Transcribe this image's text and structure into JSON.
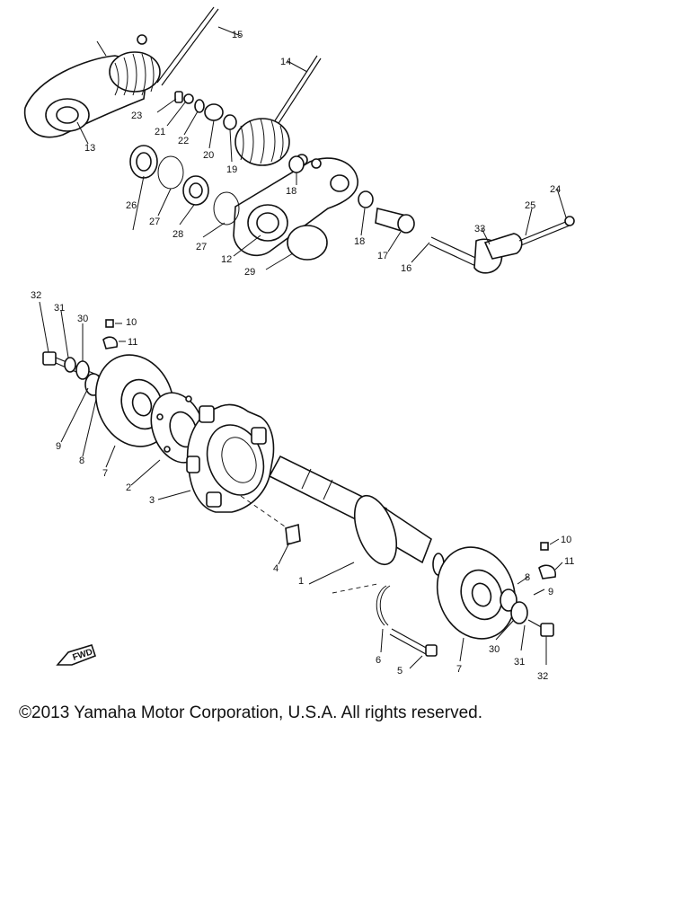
{
  "callouts": {
    "c15": "15",
    "c14": "14",
    "c13": "13",
    "c23": "23",
    "c21": "21",
    "c22": "22",
    "c20": "20",
    "c19": "19",
    "c18a": "18",
    "c26": "26",
    "c27a": "27",
    "c28": "28",
    "c27b": "27",
    "c12": "12",
    "c29": "29",
    "c18b": "18",
    "c17": "17",
    "c16": "16",
    "c33": "33",
    "c25": "25",
    "c24": "24",
    "c32a": "32",
    "c31a": "31",
    "c30a": "30",
    "c10a": "10",
    "c11a": "11",
    "c9a": "9",
    "c8a": "8",
    "c7a": "7",
    "c2": "2",
    "c3": "3",
    "c4": "4",
    "c1": "1",
    "c6": "6",
    "c5": "5",
    "c10b": "10",
    "c11b": "11",
    "c8b": "8",
    "c9b": "9",
    "c7b": "7",
    "c30b": "30",
    "c31b": "31",
    "c32b": "32"
  },
  "fwd_mark": "FWD",
  "copyright": "©2013 Yamaha Motor Corporation, U.S.A. All rights reserved."
}
